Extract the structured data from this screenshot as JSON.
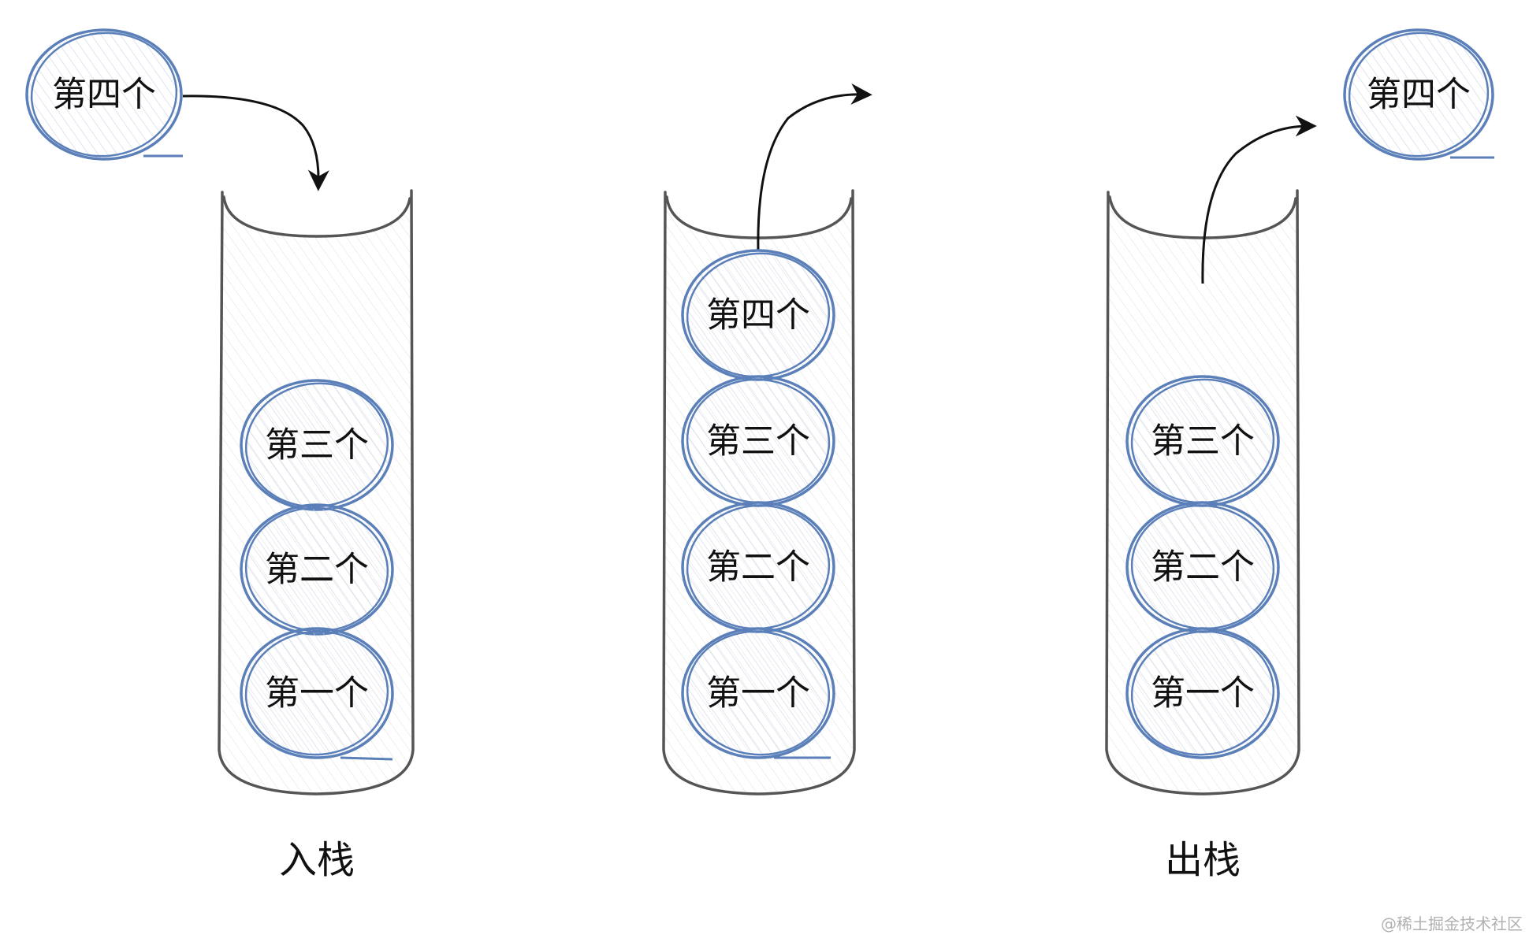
{
  "stage_push": {
    "caption": "入栈",
    "incoming": "第四个",
    "stack": [
      "第三个",
      "第二个",
      "第一个"
    ]
  },
  "stage_full": {
    "stack": [
      "第四个",
      "第三个",
      "第二个",
      "第一个"
    ]
  },
  "stage_pop": {
    "caption": "出栈",
    "outgoing": "第四个",
    "stack": [
      "第三个",
      "第二个",
      "第一个"
    ]
  },
  "watermark": "@稀土掘金技术社区",
  "colors": {
    "ball_stroke": "#5b7fb8",
    "ball_fill": "#e8eef8",
    "tube_stroke": "#555555",
    "tube_fill": "#f4f4f4",
    "arrow": "#111111"
  }
}
